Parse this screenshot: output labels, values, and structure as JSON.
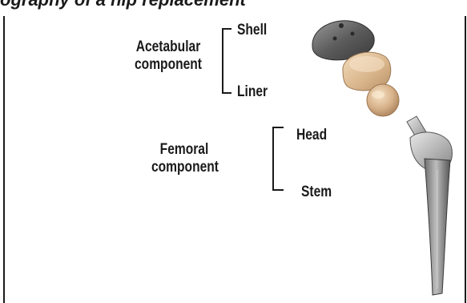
{
  "caption_fragment": "ography of a hip replacement",
  "acetabular": {
    "group_label_line1": "Acetabular",
    "group_label_line2": "component",
    "shell_label": "Shell",
    "liner_label": "Liner"
  },
  "femoral": {
    "group_label_line1": "Femoral",
    "group_label_line2": "component",
    "head_label": "Head",
    "stem_label": "Stem"
  }
}
